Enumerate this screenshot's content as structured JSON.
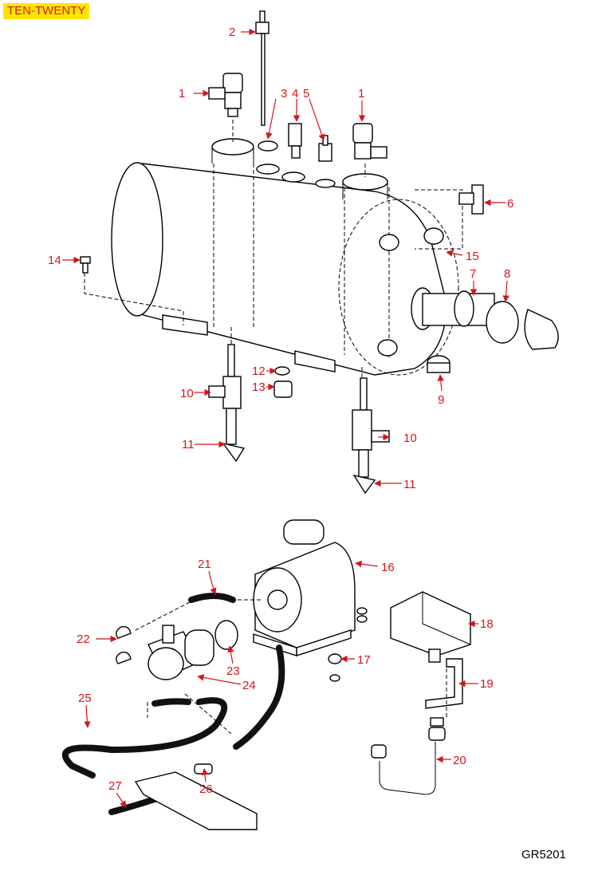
{
  "header": {
    "model_label": "TEN-TWENTY"
  },
  "footer": {
    "drawing_code": "GR5201"
  },
  "callouts": [
    {
      "id": "c1a",
      "label": "1"
    },
    {
      "id": "c1b",
      "label": "1"
    },
    {
      "id": "c2",
      "label": "2"
    },
    {
      "id": "c3",
      "label": "3"
    },
    {
      "id": "c4",
      "label": "4"
    },
    {
      "id": "c5",
      "label": "5"
    },
    {
      "id": "c6",
      "label": "6"
    },
    {
      "id": "c7",
      "label": "7"
    },
    {
      "id": "c8",
      "label": "8"
    },
    {
      "id": "c9",
      "label": "9"
    },
    {
      "id": "c10a",
      "label": "10"
    },
    {
      "id": "c10b",
      "label": "10"
    },
    {
      "id": "c11a",
      "label": "11"
    },
    {
      "id": "c11b",
      "label": "11"
    },
    {
      "id": "c12",
      "label": "12"
    },
    {
      "id": "c13",
      "label": "13"
    },
    {
      "id": "c14",
      "label": "14"
    },
    {
      "id": "c15",
      "label": "15"
    },
    {
      "id": "c16",
      "label": "16"
    },
    {
      "id": "c17",
      "label": "17"
    },
    {
      "id": "c18",
      "label": "18"
    },
    {
      "id": "c19",
      "label": "19"
    },
    {
      "id": "c20",
      "label": "20"
    },
    {
      "id": "c21",
      "label": "21"
    },
    {
      "id": "c22",
      "label": "22"
    },
    {
      "id": "c23",
      "label": "23"
    },
    {
      "id": "c24",
      "label": "24"
    },
    {
      "id": "c25",
      "label": "25"
    },
    {
      "id": "c26",
      "label": "26"
    },
    {
      "id": "c27",
      "label": "27"
    }
  ]
}
